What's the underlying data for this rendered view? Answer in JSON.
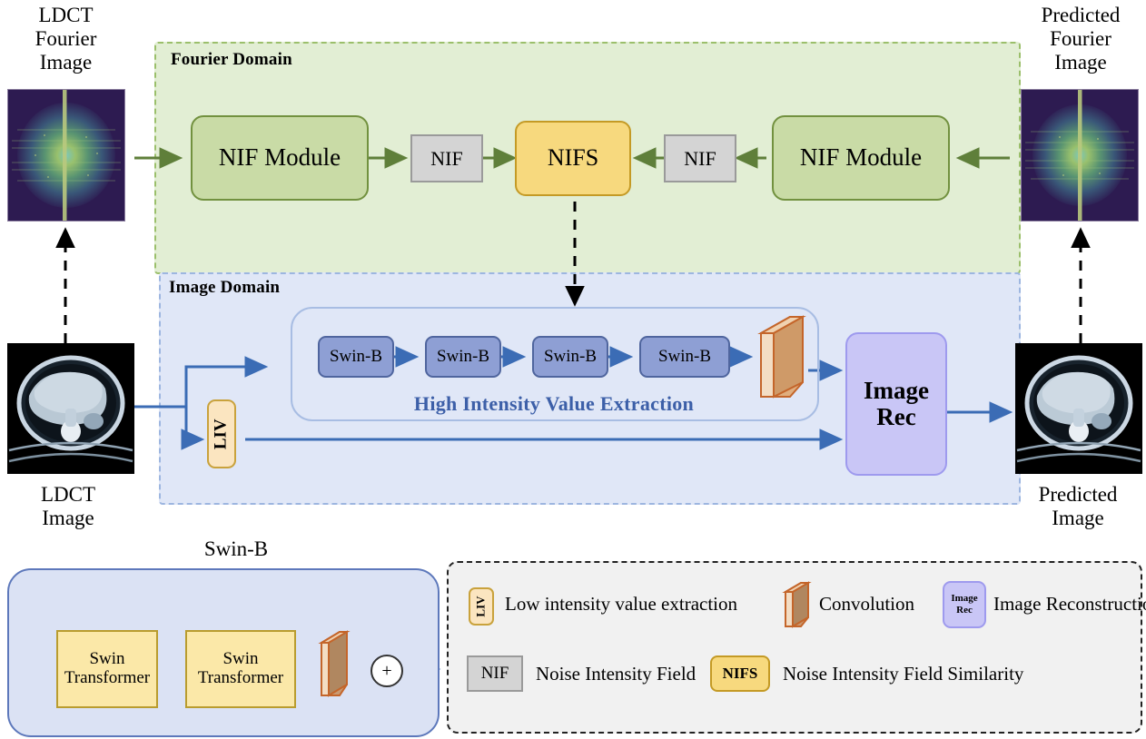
{
  "captions": {
    "ldct_fourier": "LDCT\nFourier\nImage",
    "predicted_fourier": "Predicted\nFourier\nImage",
    "ldct_image": "LDCT\nImage",
    "predicted_image": "Predicted\nImage",
    "swinb_detail": "Swin-B"
  },
  "fourier_domain": {
    "title": "Fourier Domain",
    "nif_module_left": "NIF Module",
    "nif_left": "NIF",
    "nifs": "NIFS",
    "nif_right": "NIF",
    "nif_module_right": "NIF Module"
  },
  "image_domain": {
    "title": "Image Domain",
    "liv": "LIV",
    "swin_blocks": [
      "Swin-B",
      "Swin-B",
      "Swin-B",
      "Swin-B"
    ],
    "hive_label": "High Intensity  Value Extraction",
    "image_rec": "Image\nRec",
    "image_rec_line1": "Image",
    "image_rec_line2": "Rec"
  },
  "swinb_panel": {
    "block1": "Swin\nTransformer",
    "block1_line1": "Swin",
    "block1_line2": "Transformer",
    "block2": "Swin\nTransformer",
    "block2_line1": "Swin",
    "block2_line2": "Transformer",
    "add_symbol": "+"
  },
  "legend": {
    "items": [
      {
        "icon": "liv-icon",
        "icon_label": "LIV",
        "text": "Low intensity value extraction"
      },
      {
        "icon": "convolution-icon",
        "icon_label": "",
        "text": "Convolution"
      },
      {
        "icon": "image-rec-icon",
        "icon_label": "Image Rec",
        "icon_line1": "Image",
        "icon_line2": "Rec",
        "text": "Image Reconstruction"
      },
      {
        "icon": "nif-icon",
        "icon_label": "NIF",
        "text": "Noise Intensity Field"
      },
      {
        "icon": "nifs-icon",
        "icon_label": "NIFS",
        "text": "Noise Intensity Field Similarity"
      }
    ]
  },
  "colors": {
    "fourier_fill": "#e2eed4",
    "fourier_border": "#9bbf6b",
    "image_fill": "#e0e7f7",
    "image_border": "#9db6e0",
    "green_arrow": "#5f7f3a",
    "blue_arrow": "#3b6cb5",
    "nifs_fill": "#f7d97e",
    "nif_fill": "#d4d4d4",
    "swin_fill": "#8e9fd4",
    "imgrec_fill": "#c9c6f6",
    "liv_fill": "#fbe5c0",
    "conv_fill": "#e8b98a",
    "hive_text": "#3c5fa8"
  }
}
